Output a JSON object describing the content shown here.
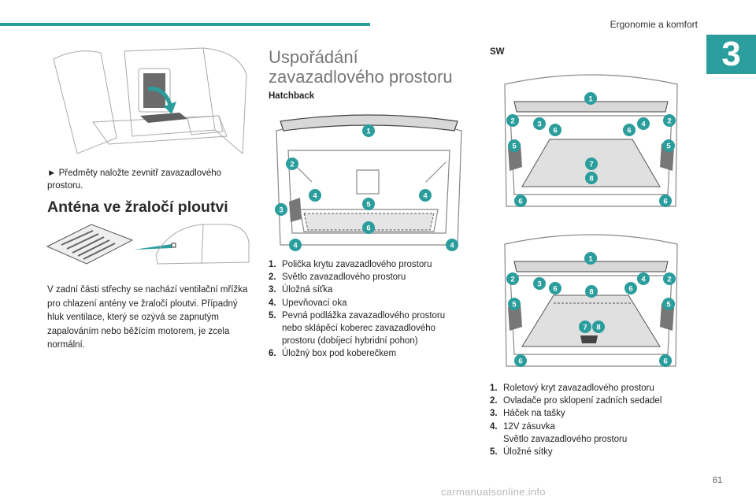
{
  "header": {
    "section_title": "Ergonomie a komfort",
    "chapter_number": "3"
  },
  "left": {
    "seat_caption": "► Předměty naložte zevnitř zavazadlového prostoru.",
    "antenna_heading": "Anténa ve žraločí ploutvi",
    "antenna_text": "V zadní části střechy se nachází ventilační mřížka pro chlazení antény ve žraločí ploutvi. Případný hluk ventilace, který se ozývá se zapnutým zapalováním nebo běžícím motorem, je zcela normální."
  },
  "middle": {
    "heading": "Uspořádání zavazadlového prostoru",
    "subheading": "Hatchback",
    "badges": [
      "1",
      "2",
      "3",
      "4",
      "4",
      "4",
      "4",
      "5",
      "6"
    ],
    "items": [
      {
        "num": "1.",
        "text": "Polička krytu zavazadlového prostoru"
      },
      {
        "num": "2.",
        "text": "Světlo zavazadlového prostoru"
      },
      {
        "num": "3.",
        "text": "Úložná síťka"
      },
      {
        "num": "4.",
        "text": "Upevňovací oka"
      },
      {
        "num": "5.",
        "text": "Pevná podlážka zavazadlového prostoru nebo sklápěcí koberec zavazadlového prostoru (dobíjecí hybridní pohon)"
      },
      {
        "num": "6.",
        "text": "Úložný box pod koberečkem"
      }
    ]
  },
  "right": {
    "subheading": "SW",
    "badges_top": [
      "1",
      "2",
      "2",
      "3",
      "4",
      "5",
      "5",
      "6",
      "6",
      "6",
      "6",
      "7",
      "8"
    ],
    "badges_bottom": [
      "1",
      "2",
      "2",
      "3",
      "4",
      "5",
      "5",
      "6",
      "6",
      "6",
      "6",
      "7",
      "8",
      "8"
    ],
    "items": [
      {
        "num": "1.",
        "text": "Roletový kryt zavazadlového prostoru"
      },
      {
        "num": "2.",
        "text": "Ovladače pro sklopení zadních sedadel"
      },
      {
        "num": "3.",
        "text": "Háček na tašky"
      },
      {
        "num": "4.",
        "text": "12V zásuvka"
      },
      {
        "num": "",
        "text": "Světlo zavazadlového prostoru"
      },
      {
        "num": "5.",
        "text": "Úložné sítky"
      }
    ]
  },
  "footer": {
    "page_number": "61",
    "watermark": "carmanualsonline.info"
  }
}
